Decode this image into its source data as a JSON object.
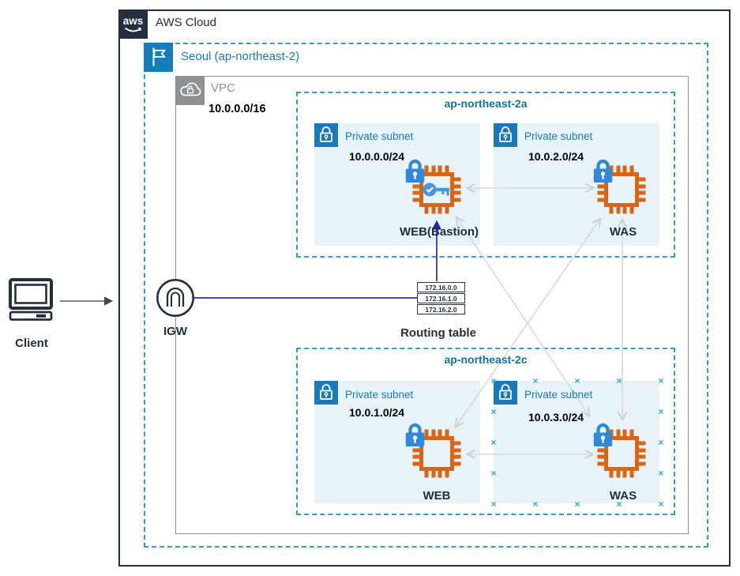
{
  "aws_cloud": {
    "title": "AWS Cloud"
  },
  "region": {
    "title": "Seoul (ap-northeast-2)"
  },
  "vpc": {
    "title": "VPC",
    "cidr": "10.0.0.0/16"
  },
  "az_a": {
    "title": "ap-northeast-2a",
    "subnet_left": {
      "label": "Private subnet",
      "cidr": "10.0.0.0/24"
    },
    "subnet_right": {
      "label": "Private subnet",
      "cidr": "10.0.2.0/24"
    }
  },
  "az_c": {
    "title": "ap-northeast-2c",
    "subnet_left": {
      "label": "Private subnet",
      "cidr": "10.0.1.0/24"
    },
    "subnet_right": {
      "label": "Private subnet",
      "cidr": "10.0.3.0/24"
    }
  },
  "instances": {
    "web_bastion": "WEB(Bastion)",
    "was_a": "WAS",
    "web_c": "WEB",
    "was_c": "WAS"
  },
  "gateway": {
    "label": "IGW"
  },
  "client": {
    "label": "Client"
  },
  "routing_table": {
    "label": "Routing table",
    "entries": [
      "172.16.0.0",
      "172.16.1.0",
      "172.16.2.0"
    ]
  },
  "colors": {
    "aws_navy": "#232F3E",
    "region_blue": "#147EBA",
    "az_dash_blue": "#2E9BD5",
    "vpc_gray": "#8C9196",
    "subnet_fill": "#E7F2F9",
    "subnet_icon_blue": "#1879BC",
    "ec2_orange": "#D96615",
    "padlock_blue": "#3088D8",
    "key_blue": "#4796E3",
    "connector_gray": "#D9D9D9",
    "route_blue": "#2727C4",
    "selection_blue": "#29A9E0"
  }
}
